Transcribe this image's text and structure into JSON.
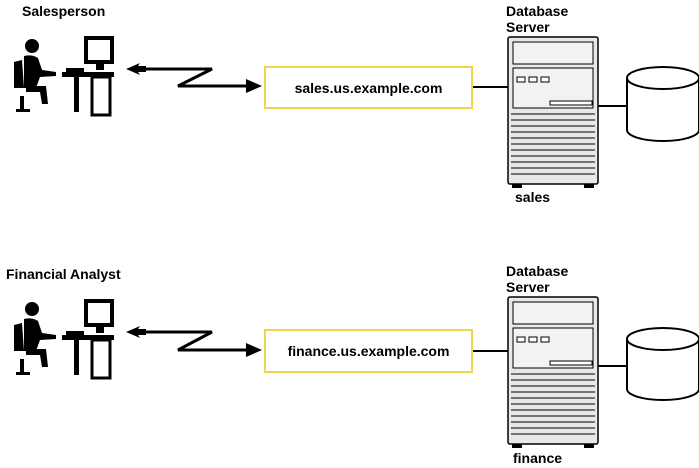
{
  "sections": [
    {
      "role_label": "Salesperson",
      "service_name": "sales.us.example.com",
      "server_label_line1": "Database",
      "server_label_line2": "Server",
      "database_name": "sales"
    },
    {
      "role_label": "Financial Analyst",
      "service_name": "finance.us.example.com",
      "server_label_line1": "Database",
      "server_label_line2": "Server",
      "database_name": "finance"
    }
  ],
  "colors": {
    "service_box_border": "#f0d44a",
    "server_fill": "#e8e8e8",
    "ink": "#000000"
  },
  "icons": [
    "person-at-computer-icon",
    "lightning-connection-icon",
    "database-server-icon",
    "database-cylinder-icon"
  ]
}
